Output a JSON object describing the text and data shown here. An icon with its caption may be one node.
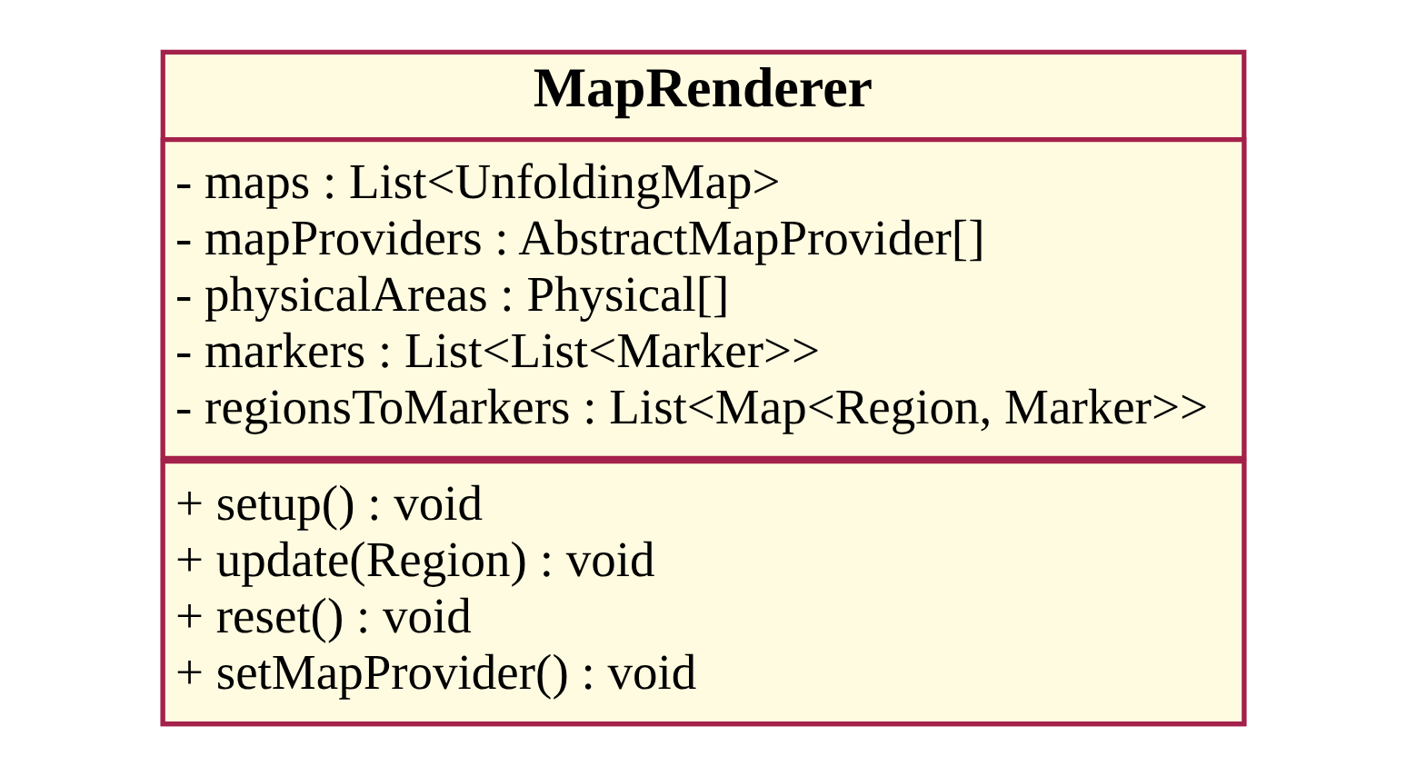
{
  "diagram": {
    "nodes": [
      {
        "text": [
          "MapRenderer"
        ]
      },
      {
        "text": [
          "- maps : List<UnfoldingMap>",
          "- mapProviders : AbstractMapProvider[]",
          "- physicalAreas : Physical[]",
          "- markers : List<List<Marker>>",
          "- regionsToMarkers : List<Map<Region, Marker>>"
        ],
        "in": 0
      },
      {
        "text": [
          "+ setup() : void",
          "+ update(Region) : void",
          "+ reset() : void",
          "+ setMapProvider() : void"
        ],
        "in": 0
      }
    ]
  }
}
